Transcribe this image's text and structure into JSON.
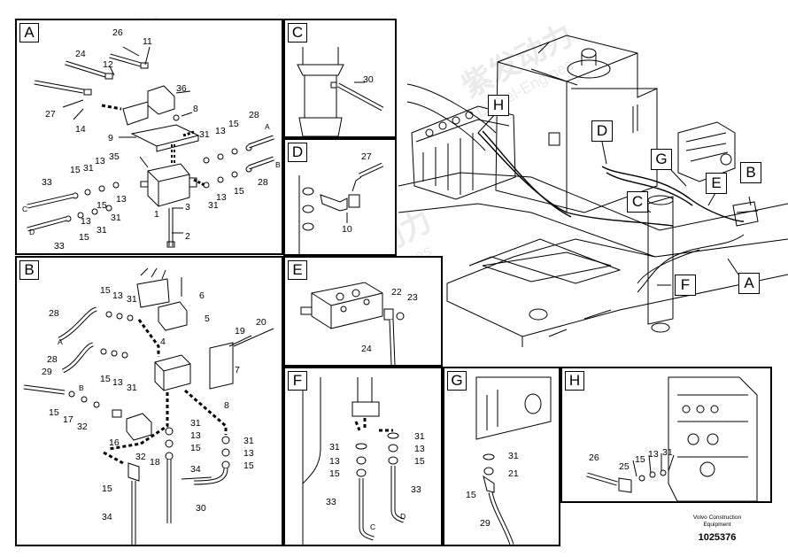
{
  "panels": {
    "A": {
      "label": "A",
      "numbers": [
        "26",
        "11",
        "24",
        "12",
        "36",
        "27",
        "14",
        "8",
        "9",
        "31",
        "13",
        "15",
        "28",
        "A",
        "35",
        "13",
        "15",
        "31",
        "B",
        "28",
        "33",
        "15",
        "31",
        "13",
        "1",
        "3",
        "C",
        "31",
        "13",
        "15",
        "D",
        "15",
        "31",
        "33",
        "13",
        "2"
      ]
    },
    "B": {
      "label": "B",
      "numbers": [
        "6",
        "15",
        "13",
        "31",
        "5",
        "28",
        "4",
        "19",
        "20",
        "A",
        "28",
        "7",
        "15",
        "13",
        "31",
        "29",
        "B",
        "15",
        "17",
        "32",
        "8",
        "31",
        "13",
        "15",
        "16",
        "31",
        "32",
        "18",
        "13",
        "15",
        "34",
        "15",
        "30",
        "34"
      ]
    },
    "C": {
      "label": "C",
      "numbers": [
        "30"
      ]
    },
    "D": {
      "label": "D",
      "numbers": [
        "27",
        "10"
      ]
    },
    "E": {
      "label": "E",
      "numbers": [
        "22",
        "23",
        "24"
      ]
    },
    "F": {
      "label": "F",
      "numbers": [
        "31",
        "31",
        "13",
        "13",
        "15",
        "15",
        "33",
        "33",
        "C",
        "D"
      ]
    },
    "G": {
      "label": "G",
      "numbers": [
        "31",
        "21",
        "15",
        "29"
      ]
    },
    "H": {
      "label": "H",
      "numbers": [
        "26",
        "25",
        "15",
        "13",
        "31"
      ]
    }
  },
  "overview_callouts": [
    "H",
    "D",
    "G",
    "E",
    "B",
    "C",
    "F",
    "A"
  ],
  "footer": {
    "caption_line1": "Volvo Construction",
    "caption_line2": "Equipment",
    "drawing_number": "1025376"
  },
  "watermark": {
    "brand": "紫发动力",
    "sub": "Diesel-Engines"
  }
}
